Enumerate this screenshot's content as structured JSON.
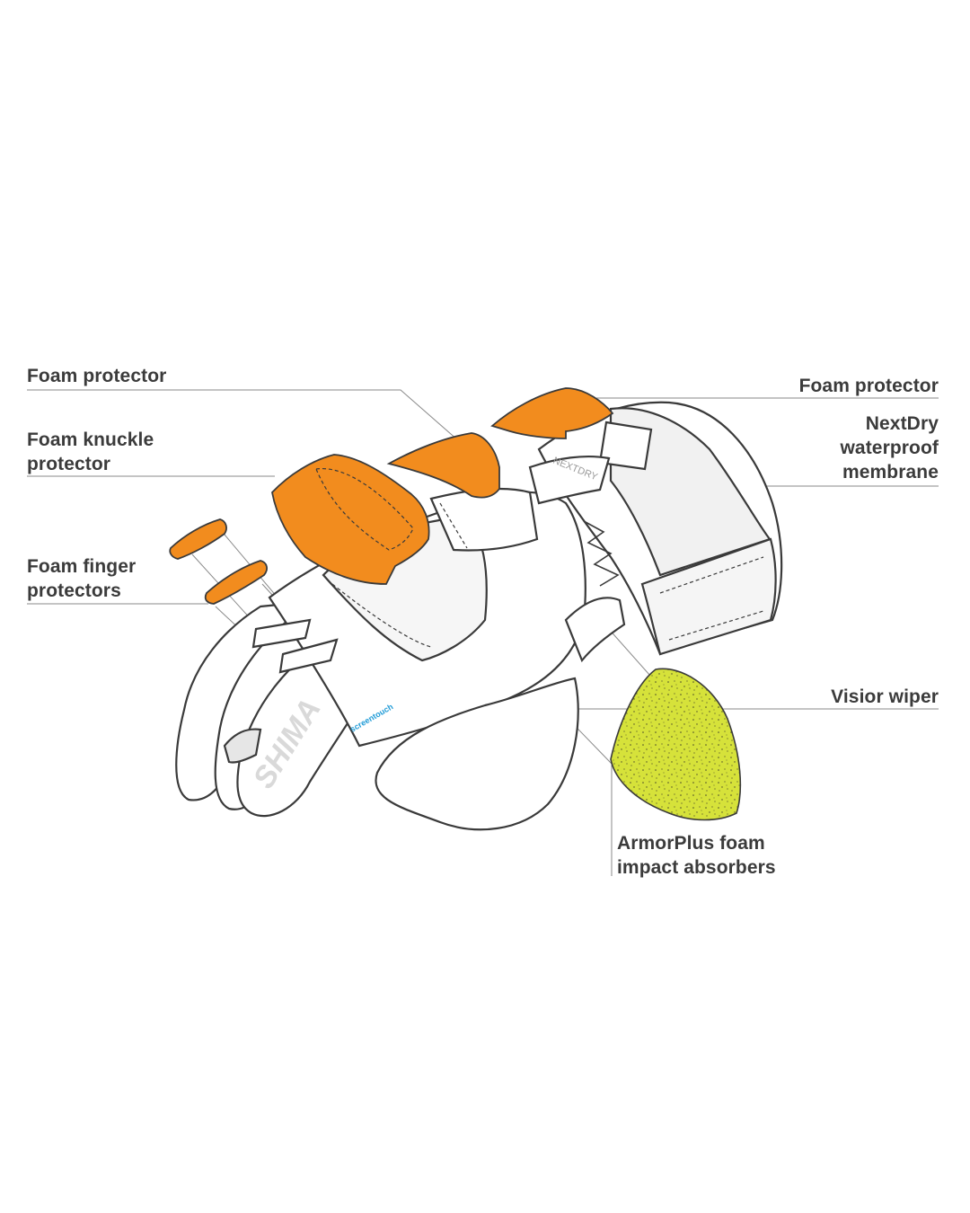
{
  "colors": {
    "text": "#3b3b3b",
    "outline": "#3a3a3a",
    "leader": "#8a8a8a",
    "foam_orange": "#f28c1e",
    "foam_yellow": "#d6e23a",
    "logo_blue": "#1f9bd7",
    "logo_grey": "#d9d9d9"
  },
  "callouts": {
    "foam_protector_left": {
      "lines": [
        "Foam protector"
      ]
    },
    "foam_knuckle": {
      "lines": [
        "Foam knuckle",
        "protector"
      ]
    },
    "foam_finger": {
      "lines": [
        "Foam finger",
        "protectors"
      ]
    },
    "foam_protector_right": {
      "lines": [
        "Foam protector"
      ]
    },
    "nextdry": {
      "lines": [
        "NextDry",
        "waterproof",
        "membrane"
      ]
    },
    "visior_wiper": {
      "lines": [
        "Visior wiper"
      ]
    },
    "armorplus": {
      "lines": [
        "ArmorPlus foam",
        "impact absorbers"
      ]
    }
  },
  "graphic": {
    "brand_mark": "SHIMA",
    "membrane_mark": "NEXTDRY",
    "touch_mark": "screentouch"
  }
}
